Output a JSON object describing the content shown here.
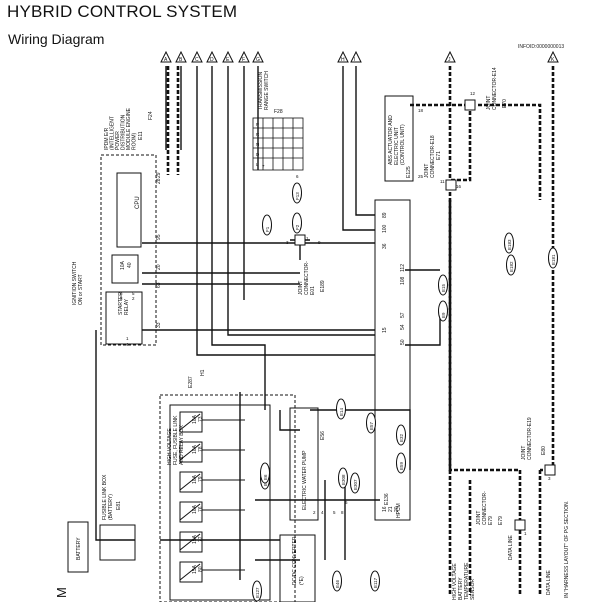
{
  "header": {
    "title": "HYBRID CONTROL SYSTEM",
    "subtitle": "Wiring Diagram",
    "code": "INFOID:0000000013"
  },
  "blocks": {
    "ipdm": [
      "IPDM E/R",
      "(INTELLIGENT",
      "POWER",
      "DISTRIBUTION",
      "MODULE ENGINE",
      "ROOM)"
    ],
    "ipdm_conn": [
      "E11",
      "F24"
    ],
    "cpu": "CPU",
    "ignition": [
      "IGNITION SWITCH",
      "ON or START"
    ],
    "fuse_10a_40": [
      "10A",
      "40"
    ],
    "starter_relay": [
      "STARTER",
      "RELAY"
    ],
    "trans_switch": [
      "TRANSMISSION",
      "RANGE SWITCH"
    ],
    "trans_conn": "F28",
    "joint_e01": [
      "JOINT",
      "CONNECTOR-",
      "E01"
    ],
    "joint_e01_conn": "E189",
    "abs": [
      "ABS ACTUATOR AND",
      "ELECTRIC UNIT",
      "(CONTROL UNIT)"
    ],
    "abs_conn": "E125",
    "joint_e18": [
      "JOINT",
      "CONNECTOR-E18"
    ],
    "joint_e18_conn": "E71",
    "joint_e14": [
      "JOINT",
      "CONNECTOR-E14"
    ],
    "joint_e14_conn": "E70",
    "hv_fuse": [
      "HIGH VOLTAGE",
      "FUSE, FUSIBLE LINK",
      "AND RELAY BOX"
    ],
    "hv_fuse_conn": [
      "E287",
      "H1"
    ],
    "fusible": [
      "FUSIBLE LINK BOX",
      "(BATTERY)"
    ],
    "fusible_conn": "E81",
    "battery": "BATTERY",
    "ewp": "ELECTRIC WATER PUMP",
    "ewp_conn": "E56",
    "hpcm": "HPCM",
    "hpcm_conn": "E136",
    "dcdc": [
      "DC/DC CONVERTER",
      "(*E)"
    ],
    "joint_e19": [
      "JOINT",
      "CONNECTOR-E19"
    ],
    "joint_e19_conn": "E80",
    "joint_e79": [
      "JOINT",
      "CONNECTOR-",
      "E79"
    ],
    "joint_e79_conn": "E79",
    "hv_temp": [
      "HIGH VOLTAGE",
      "BATTERY",
      "TEMPERATURE",
      "SENSOR"
    ],
    "data_line_1": "DATA LINE",
    "data_line_2": "DATA LINE",
    "footnote": "IN \"HARNESS LAYOUT\" OF PG SECTION.",
    "side_letter": "M"
  },
  "fuses": [
    {
      "amp": "10A",
      "num": "73"
    },
    {
      "amp": "10A",
      "num": "78"
    },
    {
      "amp": "10A",
      "num": "79"
    },
    {
      "amp": "10A",
      "num": "76"
    },
    {
      "amp": "15A",
      "num": "77"
    },
    {
      "amp": "15A",
      "num": "80"
    }
  ],
  "pins": {
    "ipdm": [
      "29",
      "28",
      "95",
      "20",
      "63",
      "33"
    ],
    "hpcm": [
      "15",
      "36",
      "100",
      "89",
      "50",
      "54",
      "57",
      "108",
      "112",
      "16",
      "21",
      "20"
    ],
    "relay": [
      "6",
      "3",
      "5",
      "2",
      "1",
      "4"
    ],
    "misc": [
      "7",
      "6",
      "9",
      "3",
      "2",
      "1",
      "18",
      "12",
      "25",
      "11",
      "12",
      "1",
      "16",
      "3",
      "3",
      "1",
      "2",
      "4",
      "5",
      "8",
      "6"
    ]
  },
  "conn_badges": [
    "E15",
    "E9",
    "E182",
    "E183",
    "E181",
    "E32",
    "E59",
    "E308",
    "E307",
    "E117",
    "E46",
    "E57",
    "F1",
    "F2",
    "F13",
    "E5",
    "E6",
    "E127",
    "E14"
  ],
  "fuse_grid_labels": [
    "P",
    "R",
    "N",
    "D",
    "L"
  ],
  "arrows": [
    "A",
    "B",
    "C",
    "D",
    "E",
    "F",
    "G",
    "H",
    "I",
    "J",
    "K",
    "L"
  ]
}
